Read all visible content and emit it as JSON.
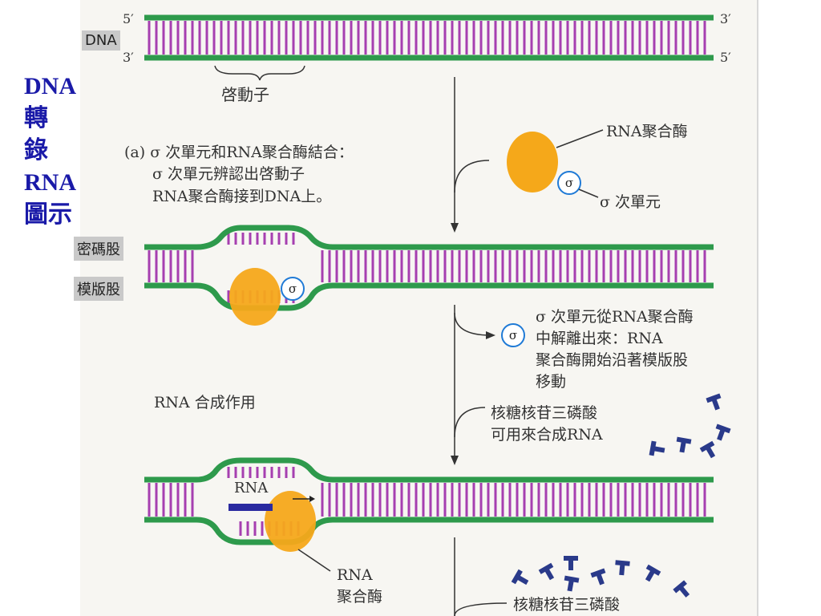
{
  "side_title": [
    "DNA",
    "轉",
    "錄",
    "RNA",
    "圖示"
  ],
  "labels": {
    "dna": "DNA",
    "five_prime": "5′",
    "three_prime": "3′",
    "promoter": "啓動子",
    "step_a": [
      "(a)  σ 次單元和RNA聚合酶結合：",
      "σ 次單元辨認出啓動子",
      "RNA聚合酶接到DNA上。"
    ],
    "rna_polymerase": "RNA聚合酶",
    "sigma_subunit": "σ 次單元",
    "sigma": "σ",
    "coding_strand": "密碼股",
    "template_strand": "模版股",
    "sigma_release": [
      "σ 次單元從RNA聚合酶",
      "中解離出來：RNA",
      "聚合酶開始沿著模版股",
      "移動"
    ],
    "rna_synthesis": "RNA 合成作用",
    "ntp_available": [
      "核糖核苷三磷酸",
      "可用來合成RNA"
    ],
    "rna": "RNA",
    "rna_polymerase_bottom": [
      "RNA",
      "聚合酶"
    ],
    "ntp_bottom": "核糖核苷三磷酸"
  },
  "colors": {
    "strand": "#2e9a4c",
    "base": "#a63fb0",
    "polymerase": "#f5a81a",
    "sigma": "#1f7ad6",
    "rna": "#2a2aa0",
    "ntp": "#2a3a8a",
    "title": "#1a1aa8"
  }
}
